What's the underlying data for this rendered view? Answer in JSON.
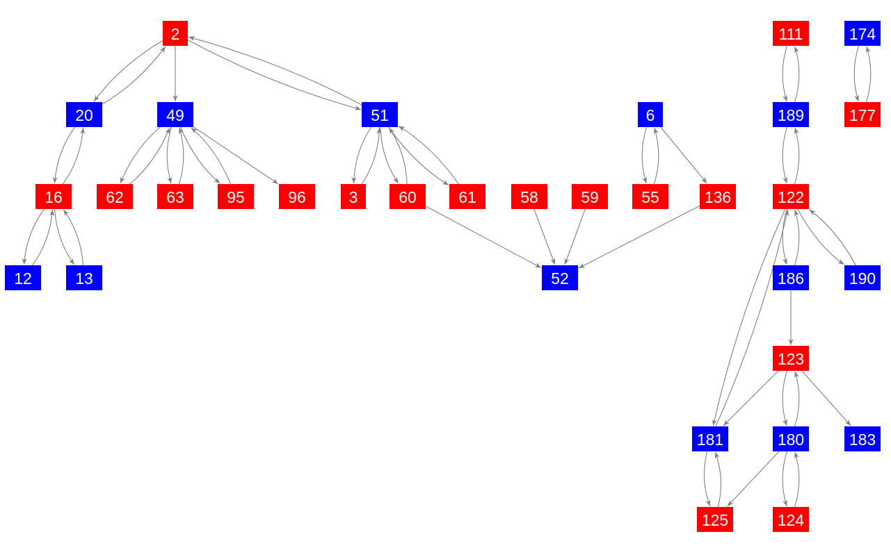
{
  "colors": {
    "red": "#ff0000",
    "blue": "#0000ff",
    "edge": "#808080",
    "label": "#ffffff"
  },
  "nodes": [
    {
      "id": "2",
      "color": "red"
    },
    {
      "id": "20",
      "color": "blue"
    },
    {
      "id": "49",
      "color": "blue"
    },
    {
      "id": "51",
      "color": "blue"
    },
    {
      "id": "6",
      "color": "blue"
    },
    {
      "id": "111",
      "color": "red"
    },
    {
      "id": "174",
      "color": "blue"
    },
    {
      "id": "189",
      "color": "blue"
    },
    {
      "id": "177",
      "color": "red"
    },
    {
      "id": "16",
      "color": "red"
    },
    {
      "id": "62",
      "color": "red"
    },
    {
      "id": "63",
      "color": "red"
    },
    {
      "id": "95",
      "color": "red"
    },
    {
      "id": "96",
      "color": "red"
    },
    {
      "id": "3",
      "color": "red"
    },
    {
      "id": "60",
      "color": "red"
    },
    {
      "id": "61",
      "color": "red"
    },
    {
      "id": "58",
      "color": "red"
    },
    {
      "id": "59",
      "color": "red"
    },
    {
      "id": "55",
      "color": "red"
    },
    {
      "id": "136",
      "color": "red"
    },
    {
      "id": "122",
      "color": "red"
    },
    {
      "id": "12",
      "color": "blue"
    },
    {
      "id": "13",
      "color": "blue"
    },
    {
      "id": "52",
      "color": "blue"
    },
    {
      "id": "186",
      "color": "blue"
    },
    {
      "id": "190",
      "color": "blue"
    },
    {
      "id": "123",
      "color": "red"
    },
    {
      "id": "181",
      "color": "blue"
    },
    {
      "id": "180",
      "color": "blue"
    },
    {
      "id": "183",
      "color": "blue"
    },
    {
      "id": "125",
      "color": "red"
    },
    {
      "id": "124",
      "color": "red"
    }
  ],
  "edges": [
    [
      "2",
      "20"
    ],
    [
      "20",
      "2"
    ],
    [
      "2",
      "49"
    ],
    [
      "2",
      "51"
    ],
    [
      "51",
      "2"
    ],
    [
      "20",
      "16"
    ],
    [
      "16",
      "20"
    ],
    [
      "16",
      "12"
    ],
    [
      "12",
      "16"
    ],
    [
      "16",
      "13"
    ],
    [
      "13",
      "16"
    ],
    [
      "49",
      "62"
    ],
    [
      "62",
      "49"
    ],
    [
      "49",
      "63"
    ],
    [
      "63",
      "49"
    ],
    [
      "49",
      "95"
    ],
    [
      "95",
      "49"
    ],
    [
      "49",
      "96"
    ],
    [
      "51",
      "3"
    ],
    [
      "3",
      "51"
    ],
    [
      "51",
      "60"
    ],
    [
      "60",
      "51"
    ],
    [
      "51",
      "61"
    ],
    [
      "61",
      "51"
    ],
    [
      "60",
      "52"
    ],
    [
      "58",
      "52"
    ],
    [
      "59",
      "52"
    ],
    [
      "136",
      "52"
    ],
    [
      "6",
      "55"
    ],
    [
      "55",
      "6"
    ],
    [
      "6",
      "136"
    ],
    [
      "111",
      "189"
    ],
    [
      "189",
      "111"
    ],
    [
      "174",
      "177"
    ],
    [
      "177",
      "174"
    ],
    [
      "189",
      "122"
    ],
    [
      "122",
      "189"
    ],
    [
      "122",
      "186"
    ],
    [
      "186",
      "122"
    ],
    [
      "122",
      "190"
    ],
    [
      "190",
      "122"
    ],
    [
      "122",
      "181"
    ],
    [
      "181",
      "122"
    ],
    [
      "186",
      "123"
    ],
    [
      "123",
      "181"
    ],
    [
      "123",
      "180"
    ],
    [
      "180",
      "123"
    ],
    [
      "123",
      "183"
    ],
    [
      "181",
      "125"
    ],
    [
      "125",
      "181"
    ],
    [
      "180",
      "125"
    ],
    [
      "180",
      "124"
    ],
    [
      "124",
      "180"
    ]
  ]
}
